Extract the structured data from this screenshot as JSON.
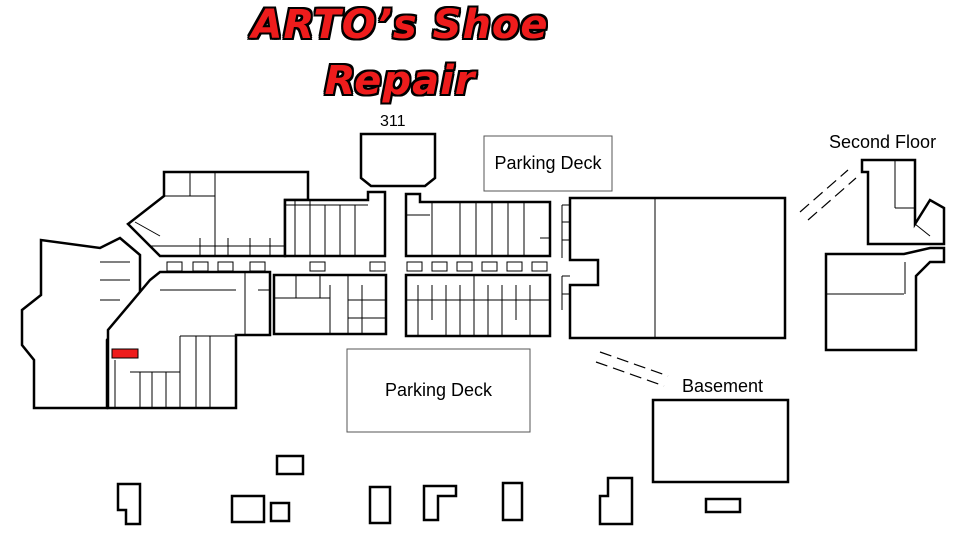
{
  "title": {
    "line1": "ARTO’s Shoe",
    "line2": "Repair"
  },
  "labels": {
    "store_number": "311",
    "parking_deck_top": "Parking Deck",
    "parking_deck_bottom": "Parking Deck",
    "second_floor": "Second Floor",
    "basement": "Basement"
  },
  "colors": {
    "highlight": "#ee1c1c",
    "outline": "#000000",
    "background": "#ffffff"
  }
}
